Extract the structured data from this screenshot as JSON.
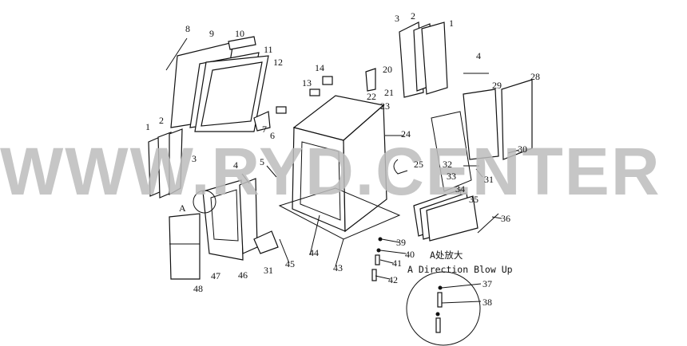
{
  "title": "Cab exploded parts diagram",
  "watermark": "WWW.RYD.CENTER",
  "callouts": [
    "8",
    "9",
    "10",
    "11",
    "12",
    "14",
    "13",
    "20",
    "21",
    "22",
    "23",
    "7",
    "6",
    "24",
    "3",
    "2",
    "1",
    "4",
    "28",
    "29",
    "30",
    "25",
    "32",
    "31",
    "33",
    "34",
    "35",
    "36",
    "1",
    "2",
    "3",
    "4",
    "5",
    "A",
    "39",
    "40",
    "41",
    "42",
    "43",
    "44",
    "45",
    "31",
    "46",
    "47",
    "48",
    "37",
    "38"
  ],
  "detail": {
    "caption_cn": "A处放大",
    "caption_en": "A Direction Blow Up"
  }
}
